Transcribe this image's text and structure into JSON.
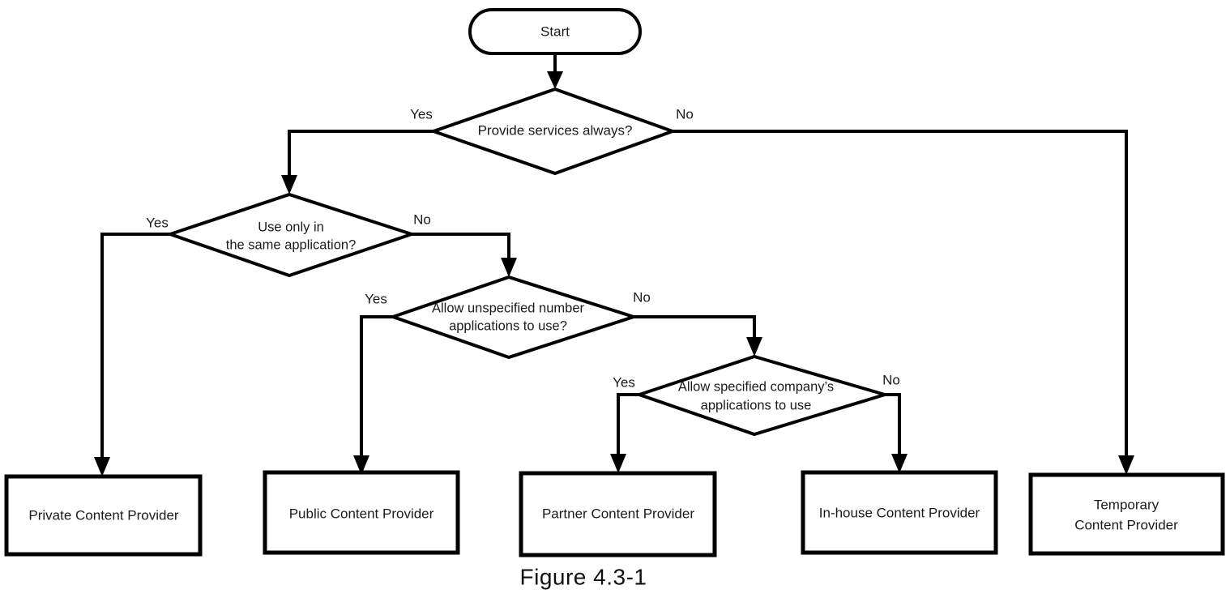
{
  "figure": {
    "caption": "Figure 4.3-1",
    "background_color": "#ffffff",
    "line_color": "#000000",
    "text_color": "#1b1b1b"
  },
  "nodes": {
    "start": {
      "label": "Start",
      "shape": "rounded-terminator"
    },
    "decision_1": {
      "label": "Provide services always?",
      "line1": "Provide services always?",
      "line2": "",
      "shape": "diamond"
    },
    "decision_2": {
      "line1": "Use only in",
      "line2": "the same application?",
      "shape": "diamond"
    },
    "decision_3": {
      "line1": "Allow unspecified number",
      "line2": "applications to use?",
      "shape": "diamond"
    },
    "decision_4": {
      "line1": "Allow specified company’s",
      "line2": "applications to use",
      "shape": "diamond"
    },
    "result_private": {
      "line1": "Private Content Provider",
      "line2": "",
      "shape": "rectangle"
    },
    "result_public": {
      "line1": "Public Content Provider",
      "line2": "",
      "shape": "rectangle"
    },
    "result_partner": {
      "line1": "Partner Content Provider",
      "line2": "",
      "shape": "rectangle"
    },
    "result_inhouse": {
      "line1": "In-house Content Provider",
      "line2": "",
      "shape": "rectangle"
    },
    "result_temporary": {
      "line1": "Temporary",
      "line2": "Content Provider",
      "shape": "rectangle"
    }
  },
  "edge_labels": {
    "d1_yes": "Yes",
    "d1_no": "No",
    "d2_yes": "Yes",
    "d2_no": "No",
    "d3_yes": "Yes",
    "d3_no": "No",
    "d4_yes": "Yes",
    "d4_no": "No"
  },
  "flow_data": {
    "type": "flowchart",
    "orientation": "top-down",
    "edges": [
      {
        "from": "start",
        "to": "decision_1",
        "label": ""
      },
      {
        "from": "decision_1",
        "to": "decision_2",
        "label": "Yes"
      },
      {
        "from": "decision_1",
        "to": "result_temporary",
        "label": "No"
      },
      {
        "from": "decision_2",
        "to": "result_private",
        "label": "Yes"
      },
      {
        "from": "decision_2",
        "to": "decision_3",
        "label": "No"
      },
      {
        "from": "decision_3",
        "to": "result_public",
        "label": "Yes"
      },
      {
        "from": "decision_3",
        "to": "decision_4",
        "label": "No"
      },
      {
        "from": "decision_4",
        "to": "result_partner",
        "label": "Yes"
      },
      {
        "from": "decision_4",
        "to": "result_inhouse",
        "label": "No"
      }
    ]
  }
}
